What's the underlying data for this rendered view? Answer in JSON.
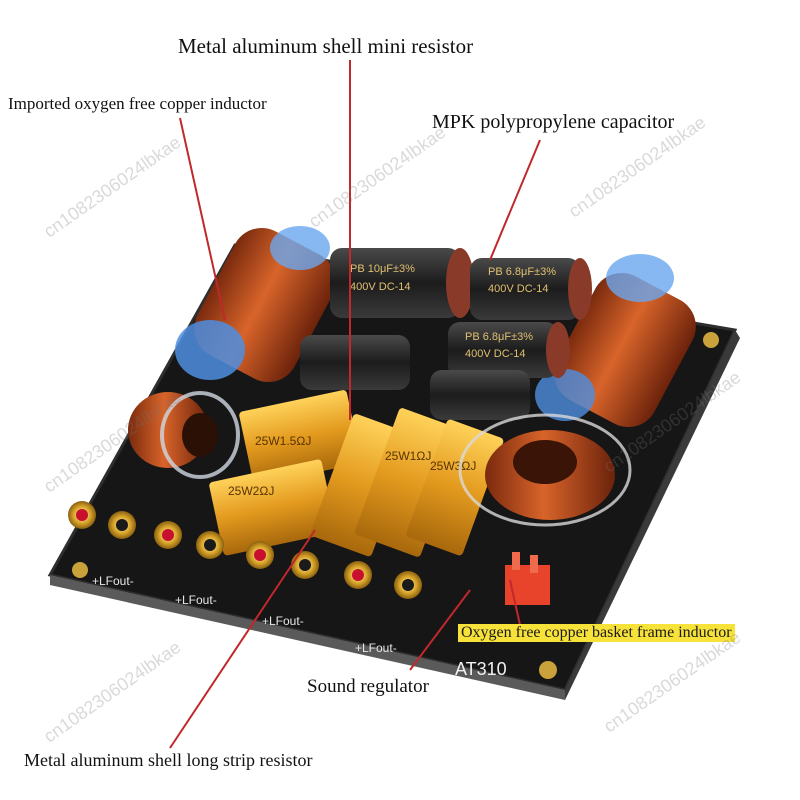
{
  "labels": {
    "mini_resistor": "Metal aluminum shell mini resistor",
    "inductor": "Imported oxygen free copper inductor",
    "capacitor": "MPK polypropylene capacitor",
    "basket_inductor": "Oxygen free copper basket frame inductor",
    "sound_regulator": "Sound regulator",
    "long_resistor": "Metal aluminum shell long strip resistor"
  },
  "board": {
    "model": "AT310",
    "terminals": [
      "+LFout-",
      "+LFout-",
      "+LFout-",
      "+LFout-"
    ],
    "cap_texts": [
      "PB 10μF±3%",
      "400V DC-14",
      "PB 6.8μF±3%",
      "400V DC-14",
      "PB 6.8μF±3%",
      "400V DC-14"
    ],
    "resistor_texts": [
      "25W1.5ΩJ",
      "25W2ΩJ",
      "25W1ΩJ",
      "25W3ΩJ"
    ]
  },
  "watermark": "cn1082306024lbkae",
  "colors": {
    "pcb": "#161616",
    "copper": "#b8461c",
    "gold": "#e0a021",
    "capacitor": "#2a2a2a",
    "highlight": "#f7e23a",
    "leader": "#c0282b"
  }
}
